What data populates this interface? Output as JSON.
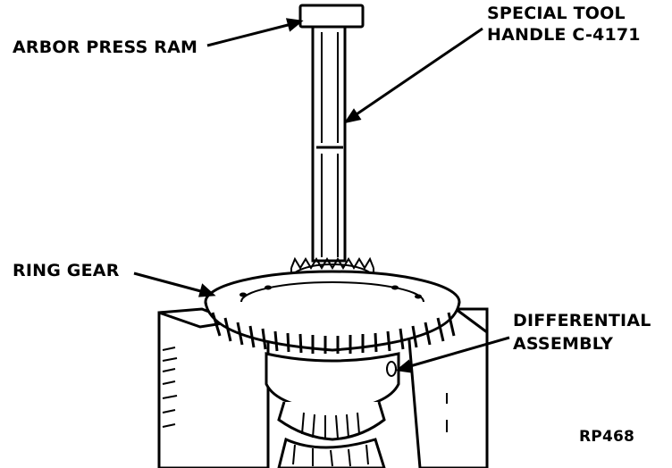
{
  "labels": {
    "arbor_press_ram": "ARBOR PRESS RAM",
    "special_tool_line1": "SPECIAL TOOL",
    "special_tool_line2": "HANDLE C-4171",
    "ring_gear": "RING GEAR",
    "differential_line1": "DIFFERENTIAL",
    "differential_line2": "ASSEMBLY",
    "figure_code": "RP468"
  },
  "colors": {
    "ink": "#000000",
    "paper": "#ffffff",
    "shade": "#c8c8c8"
  }
}
